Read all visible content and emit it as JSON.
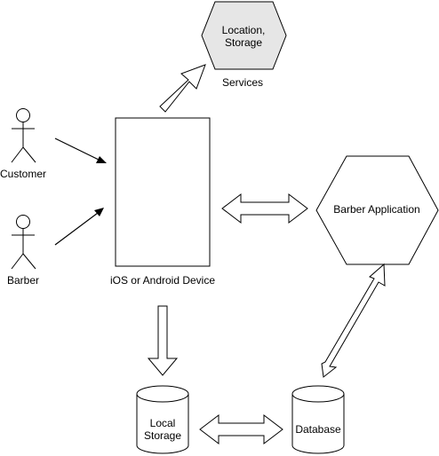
{
  "services": {
    "line1": "Location,",
    "line2": "Storage",
    "caption": "Services"
  },
  "actors": {
    "customer": "Customer",
    "barber": "Barber"
  },
  "device": {
    "label": "iOS or Android Device"
  },
  "app": {
    "label": "Barber Application"
  },
  "local_storage": {
    "line1": "Local",
    "line2": "Storage"
  },
  "database": {
    "label": "Database"
  },
  "colors": {
    "stroke": "#000000",
    "services_fill": "#e6e6e6",
    "background": "#ffffff"
  }
}
